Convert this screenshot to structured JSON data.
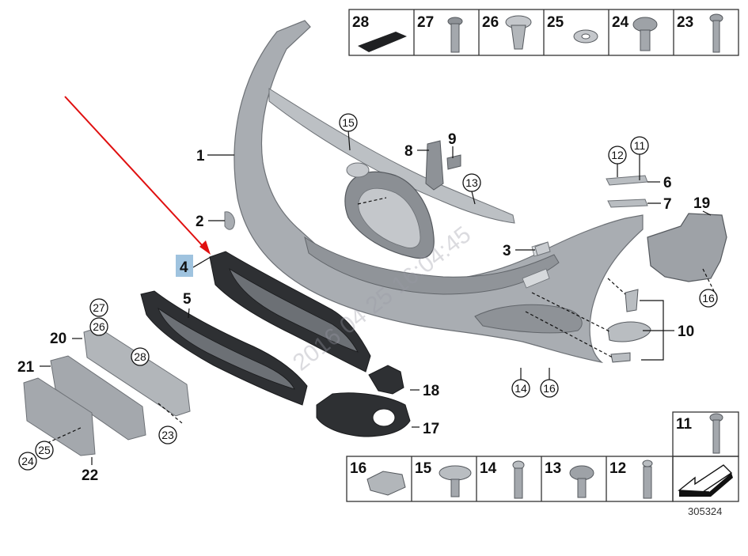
{
  "diagram": {
    "reference_number": "305324",
    "watermark": "2016 04 25 16:04:45",
    "highlighted_label": "4"
  },
  "labels": {
    "l1": "1",
    "l2": "2",
    "l3": "3",
    "l4": "4",
    "l5": "5",
    "l6": "6",
    "l7": "7",
    "l8": "8",
    "l9": "9",
    "l10": "10",
    "l17": "17",
    "l18": "18",
    "l19": "19",
    "l20": "20",
    "l21": "21",
    "l22": "22"
  },
  "callouts": {
    "c15": "15",
    "c13": "13",
    "c12": "12",
    "c11": "11",
    "c16a": "16",
    "c14": "14",
    "c16b": "16",
    "c27": "27",
    "c26": "26",
    "c28": "28",
    "c23": "23",
    "c24": "24",
    "c25": "25"
  },
  "top_parts_table": [
    "28",
    "27",
    "26",
    "25",
    "24",
    "23"
  ],
  "bottom_parts_table": [
    "16",
    "15",
    "14",
    "13",
    "12"
  ],
  "side_box": {
    "label": "11"
  },
  "colors": {
    "arrow": "#e01010",
    "highlight": "#9fc3df",
    "part_fill": "#a7abb0",
    "grille": "#2e3033"
  }
}
